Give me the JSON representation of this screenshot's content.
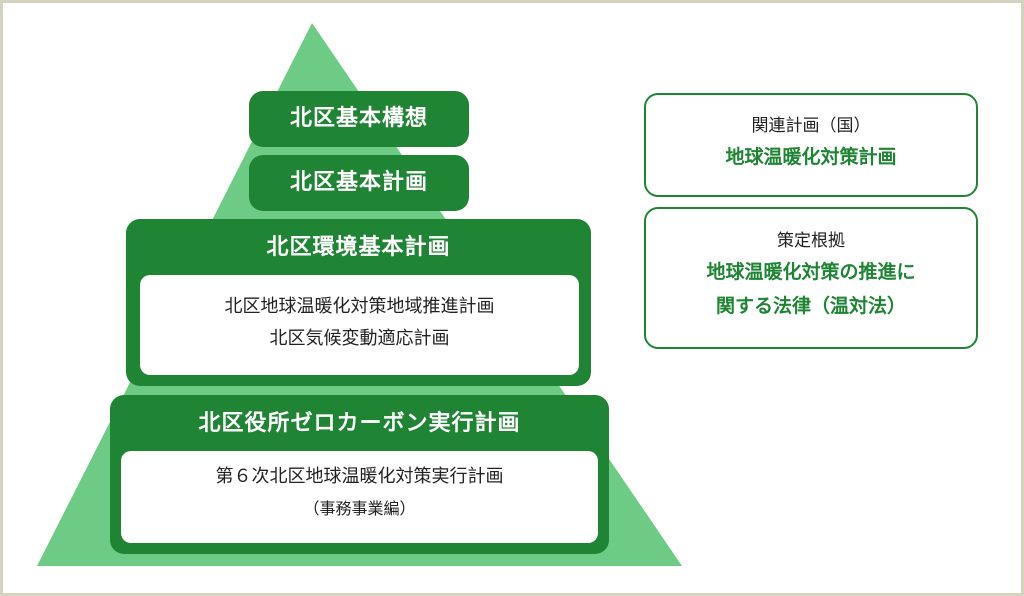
{
  "colors": {
    "dark_green": "#208435",
    "light_green": "#6ecb85"
  },
  "pyramid": {
    "level1": "北区基本構想",
    "level2": "北区基本計画",
    "level3": {
      "title": "北区環境基本計画",
      "items": [
        "北区地球温暖化対策地域推進計画",
        "北区気候変動適応計画"
      ]
    },
    "level4": {
      "title": "北区役所ゼロカーボン実行計画",
      "items": [
        "第６次北区地球温暖化対策実行計画",
        "（事務事業編）"
      ]
    }
  },
  "related": {
    "label": "関連計画（国）",
    "value": "地球温暖化対策計画"
  },
  "basis": {
    "label": "策定根拠",
    "value_lines": [
      "地球温暖化対策の推進に",
      "関する法律（温対法）"
    ]
  }
}
